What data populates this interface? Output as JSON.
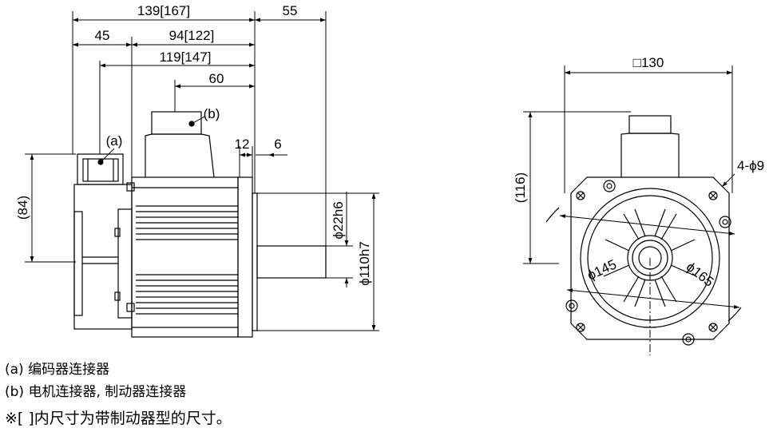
{
  "dimensions": {
    "total_length": "139[167]",
    "shaft_length": "55",
    "left_offset": "45",
    "body_length": "94[122]",
    "encoder_offset": "119[147]",
    "connector_b_offset": "60",
    "flange_thickness": "12",
    "spigot_length": "6",
    "height_encoder": "(84)",
    "shaft_diameter": "ϕ22h6",
    "spigot_diameter": "ϕ110h7",
    "flange_square": "□130",
    "height_connector": "(116)",
    "mount_holes": "4-ϕ9",
    "pcd_inner": "ϕ145",
    "pcd_outer": "ϕ165",
    "label_a": "(a)",
    "label_b": "(b)"
  },
  "notes": {
    "a": "(a) 编码器连接器",
    "b": "(b) 电机连接器, 制动器连接器",
    "bracket": "※[  ]内尺寸为带制动器型的尺寸。"
  }
}
